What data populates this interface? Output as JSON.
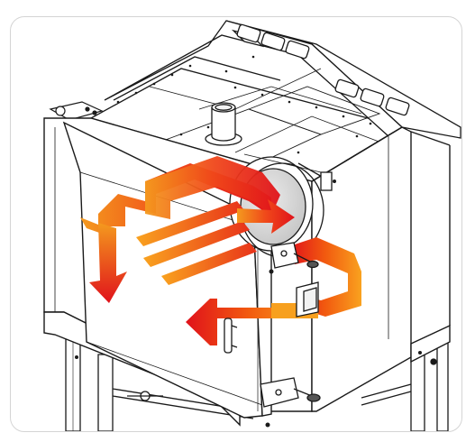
{
  "figure": {
    "subject": "oven-airflow-diagram",
    "colors": {
      "arrow_start": "#e0121b",
      "arrow_mid": "#f25a0f",
      "arrow_end": "#f9a21f",
      "outline": "#1a1a1a",
      "frame_border": "#d4d4d4",
      "fan_disc": "#d9d9d9"
    },
    "parts": [
      "top-vent-chimney",
      "vent-slots-left",
      "vent-slots-right",
      "cabinet-body",
      "door",
      "fan-housing",
      "door-latch-top",
      "door-latch-bottom",
      "door-handle",
      "stand-legs",
      "airflow-arrows"
    ]
  }
}
